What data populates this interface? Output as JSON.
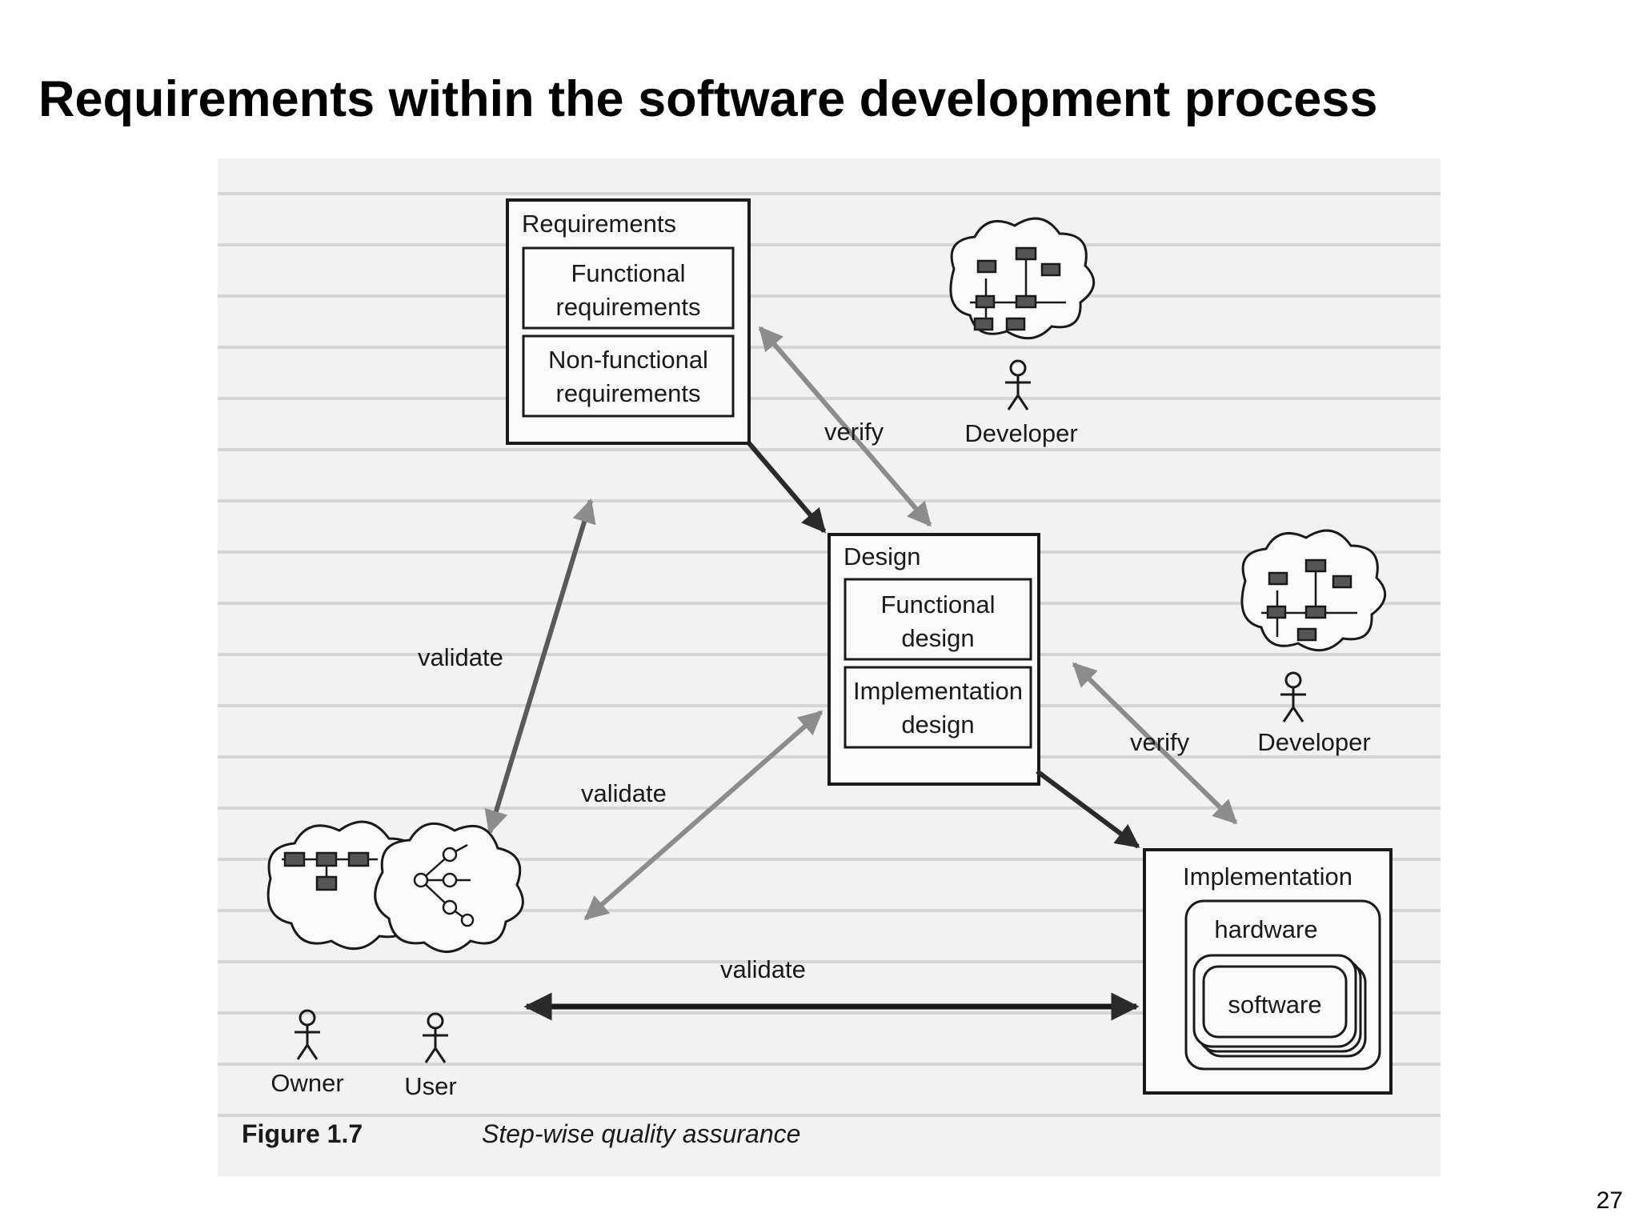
{
  "slide": {
    "title": "Requirements within the software development process",
    "page_number": "27"
  },
  "figure": {
    "number": "Figure 1.7",
    "caption": "Step-wise quality assurance",
    "boxes": {
      "requirements": {
        "title": "Requirements",
        "functional_line1": "Functional",
        "functional_line2": "requirements",
        "nonfunctional_line1": "Non-functional",
        "nonfunctional_line2": "requirements"
      },
      "design": {
        "title": "Design",
        "functional_line1": "Functional",
        "functional_line2": "design",
        "implementation_line1": "Implementation",
        "implementation_line2": "design"
      },
      "implementation": {
        "title": "Implementation",
        "hardware": "hardware",
        "software": "software"
      }
    },
    "edge_labels": {
      "verify_top": "verify",
      "verify_bottom": "verify",
      "validate_left": "validate",
      "validate_mid": "validate",
      "validate_bottom": "validate"
    },
    "actors": {
      "developer_top": "Developer",
      "developer_mid": "Developer",
      "owner": "Owner",
      "user": "User"
    },
    "icons": [
      "cloud-icon",
      "network-diagram-icon",
      "tree-diagram-icon",
      "stick-figure-icon"
    ],
    "colors": {
      "arrow_gray": "#8c8c8c",
      "arrow_dark": "#2a2a2a",
      "figure_bg": "#f2f2f2"
    }
  }
}
